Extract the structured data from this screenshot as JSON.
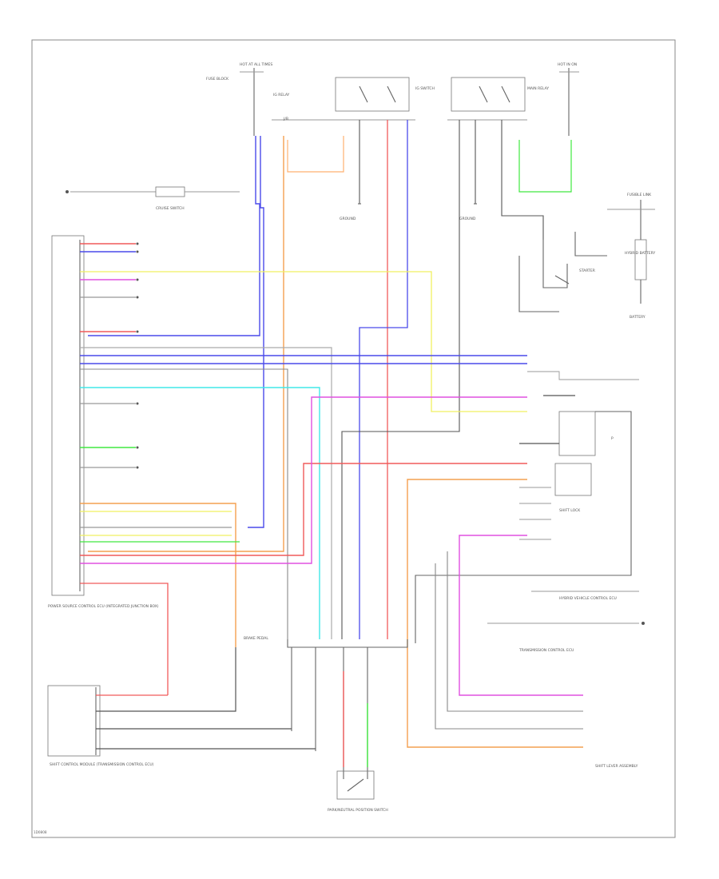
{
  "diagram_code": "1D0808",
  "components": {
    "ecm": "POWER SOURCE CONTROL ECU (INTEGRATED JUNCTION BOX)",
    "hybrid_ecu": "HYBRID VEHICLE CONTROL ECU",
    "shift_ecu": "SHIFT LEVER ASSEMBLY",
    "shift_control_module": "SHIFT CONTROL MODULE (TRANSMISSION CONTROL ECU)",
    "transmission_control_ecu": "TRANSMISSION CONTROL ECU",
    "park_neutral_switch": "PARK/NEUTRAL POSITION SWITCH",
    "cruise_switch": "CRUISE SWITCH",
    "brake_pedal": "BRAKE PEDAL",
    "ig_relay": "IG RELAY",
    "fuse_block": "FUSE BLOCK",
    "battery": "BATTERY",
    "hybrid_battery": "HYBRID BATTERY",
    "ground_left": "GROUND",
    "ground_right": "GROUND",
    "fusible_link": "FUSIBLE LINK"
  },
  "labels": {
    "hot_at_all_times": "HOT AT ALL TIMES",
    "hot_in_on": "HOT IN ON",
    "ig_switch": "IG SWITCH",
    "main_relay": "MAIN RELAY",
    "starter": "STARTER",
    "jbs": "J/B",
    "park": "P",
    "shift_lock": "SHIFT LOCK"
  },
  "wire_colors": {
    "red": "#f05a5a",
    "blue": "#4a4aea",
    "pink": "#e050e0",
    "yellow": "#f0f060",
    "cyan": "#40e8e8",
    "green": "#40e840",
    "orange": "#f4a050",
    "grey": "#999999",
    "black": "#555555",
    "light_orange": "#ffb070"
  }
}
